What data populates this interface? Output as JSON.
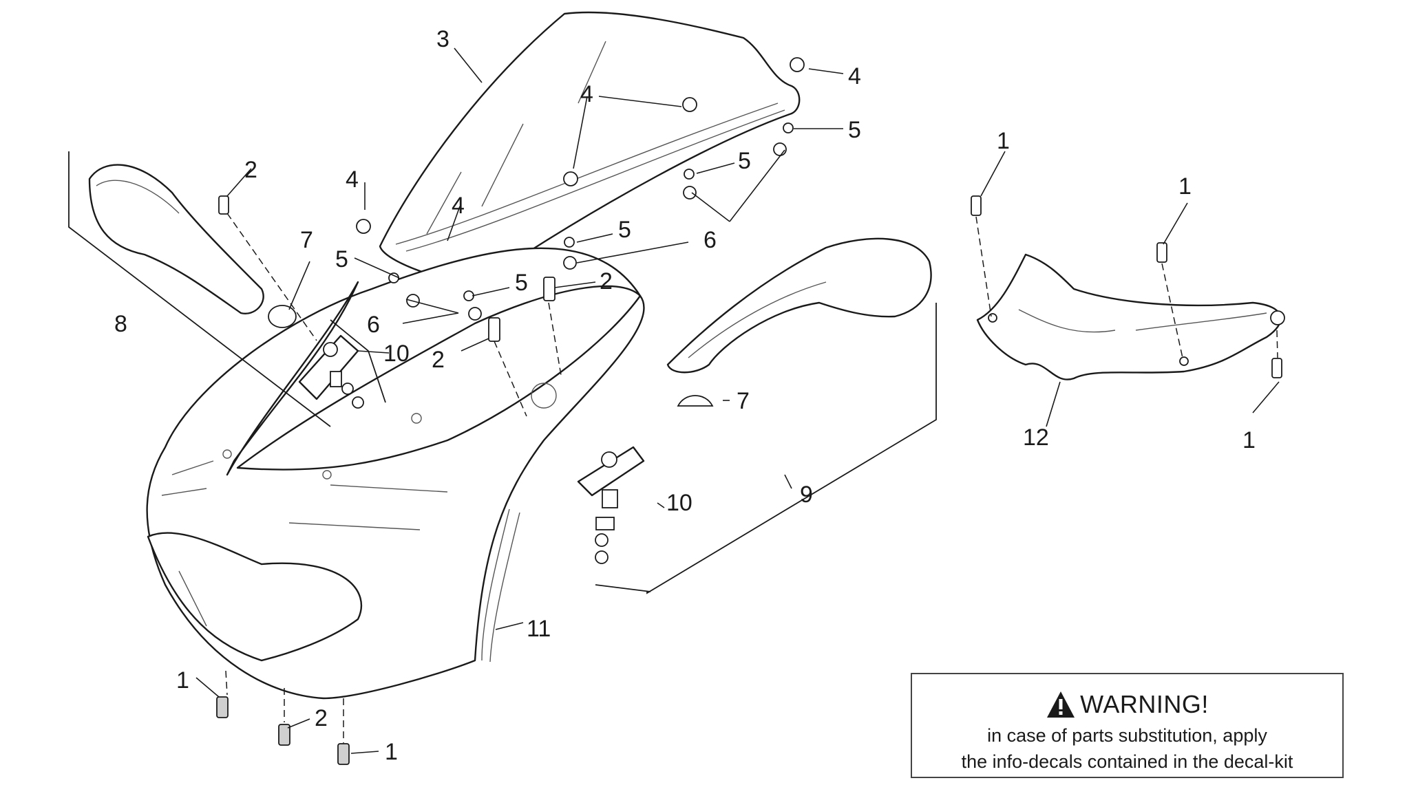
{
  "callouts": {
    "c3": "3",
    "c4a": "4",
    "c4b": "4",
    "c4c": "4",
    "c4d": "4",
    "c5a": "5",
    "c5b": "5",
    "c5c": "5",
    "c5d": "5",
    "c5e": "5",
    "c6a": "6",
    "c6b": "6",
    "c2a": "2",
    "c2b": "2",
    "c2c": "2",
    "c2d": "2",
    "c7a": "7",
    "c7b": "7",
    "c8": "8",
    "c9": "9",
    "c10a": "10",
    "c10b": "10",
    "c11": "11",
    "c12": "12",
    "c1a": "1",
    "c1b": "1",
    "c1c": "1",
    "c1d": "1",
    "c1e": "1"
  },
  "warning": {
    "title": "WARNING!",
    "line1": "in case of parts substitution, apply",
    "line2": "the info-decals contained in the decal-kit",
    "icon": "warning-triangle-icon"
  }
}
